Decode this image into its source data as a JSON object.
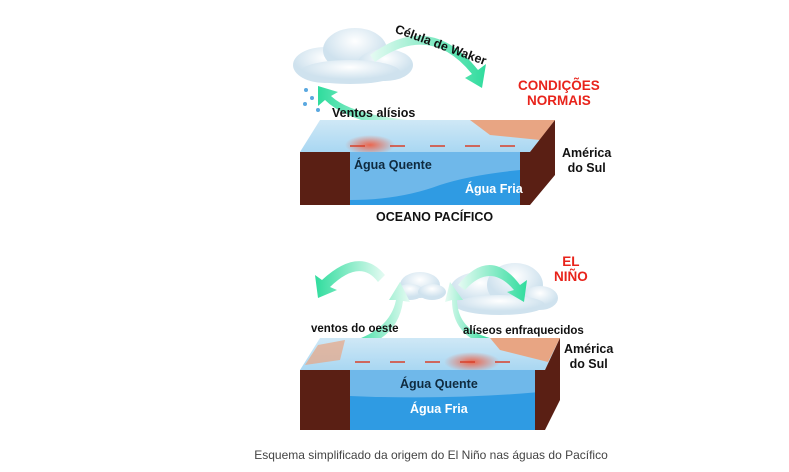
{
  "normal": {
    "title_line1": "CONDIÇÕES",
    "title_line2": "NORMAIS",
    "walker_cell": "Célula de Waker",
    "trade_winds": "Ventos alísios",
    "warm_water": "Água Quente",
    "cold_water": "Água Fria",
    "ocean": "OCEANO PACÍFICO",
    "continent_line1": "América",
    "continent_line2": "do Sul"
  },
  "el_nino": {
    "title_line1": "EL",
    "title_line2": "NIÑO",
    "west_winds": "ventos do oeste",
    "weak_trade_winds": "alíseos enfraquecidos",
    "warm_water": "Água Quente",
    "cold_water": "Água Fria",
    "continent_line1": "América",
    "continent_line2": "do Sul"
  },
  "caption": "Esquema simplificado da origem do El Niño nas águas do Pacífico",
  "colors": {
    "title_red": "#e8231b",
    "arrow": "#3ee0a6",
    "water": "#2f9be3",
    "land": "#5a1f14"
  }
}
